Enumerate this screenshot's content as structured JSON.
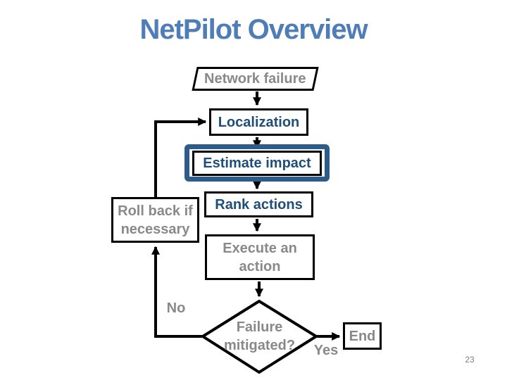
{
  "slide": {
    "title": "NetPilot Overview",
    "page_number": "23"
  },
  "colors": {
    "title_blue": "#4e7db7",
    "node_text_navy": "#1f4e79",
    "muted_gray": "#898989",
    "highlight_border_blue": "#2e5c8a",
    "connector_black": "#000000"
  },
  "flowchart": {
    "nodes": {
      "network_failure": {
        "label": "Network failure",
        "shape": "parallelogram"
      },
      "localization": {
        "label": "Localization",
        "shape": "rectangle"
      },
      "estimate_impact": {
        "label": "Estimate impact",
        "shape": "rectangle",
        "highlighted": "true"
      },
      "rank_actions": {
        "label": "Rank actions",
        "shape": "rectangle"
      },
      "roll_back": {
        "label": "Roll back if necessary",
        "shape": "rectangle"
      },
      "execute_action": {
        "label": "Execute an action",
        "shape": "rectangle"
      },
      "failure_mitigated": {
        "label": "Failure mitigated?",
        "shape": "diamond"
      },
      "end": {
        "label": "End",
        "shape": "rectangle"
      }
    },
    "edge_labels": {
      "yes": "Yes",
      "no": "No"
    }
  }
}
